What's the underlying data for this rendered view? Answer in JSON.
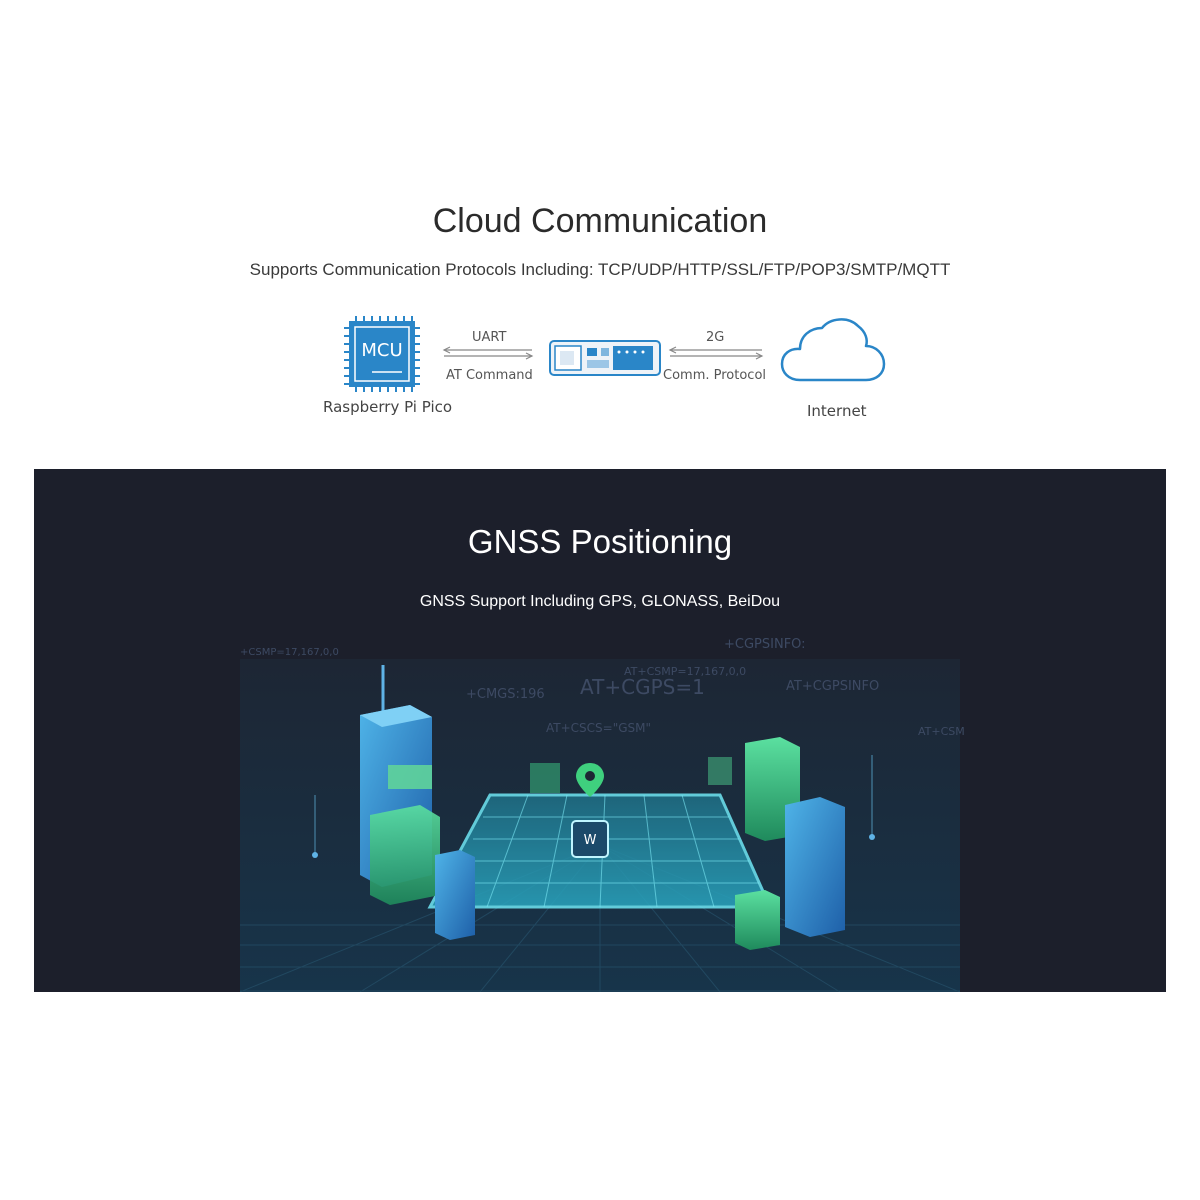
{
  "cloud": {
    "title": "Cloud Communication",
    "subtitle": "Supports Communication Protocols Including: TCP/UDP/HTTP/SSL/FTP/POP3/SMTP/MQTT",
    "mcu_chip_label": "MCU",
    "mcu_caption": "Raspberry Pi Pico",
    "link_left_top": "UART",
    "link_left_bottom": "AT Command",
    "link_right_top": "2G",
    "link_right_bottom": "Comm. Protocol",
    "internet_caption": "Internet"
  },
  "gnss": {
    "title": "GNSS Positioning",
    "subtitle": "GNSS Support Including GPS, GLONASS, BeiDou",
    "commands": [
      "+CSMP=17,167,0,0",
      "+CGPSINFO:",
      "AT+CSMP=17,167,0,0",
      "+CMGS:196",
      "AT+CGPS=1",
      "AT+CGPSINFO",
      "AT+CSCS=\"GSM\"",
      "AT+CSM"
    ]
  },
  "colors": {
    "accent_blue": "#2a86c8",
    "gnss_background": "#1c1f2b",
    "grid_cyan": "#3fd0e6",
    "building_green": "#3fc07a"
  }
}
